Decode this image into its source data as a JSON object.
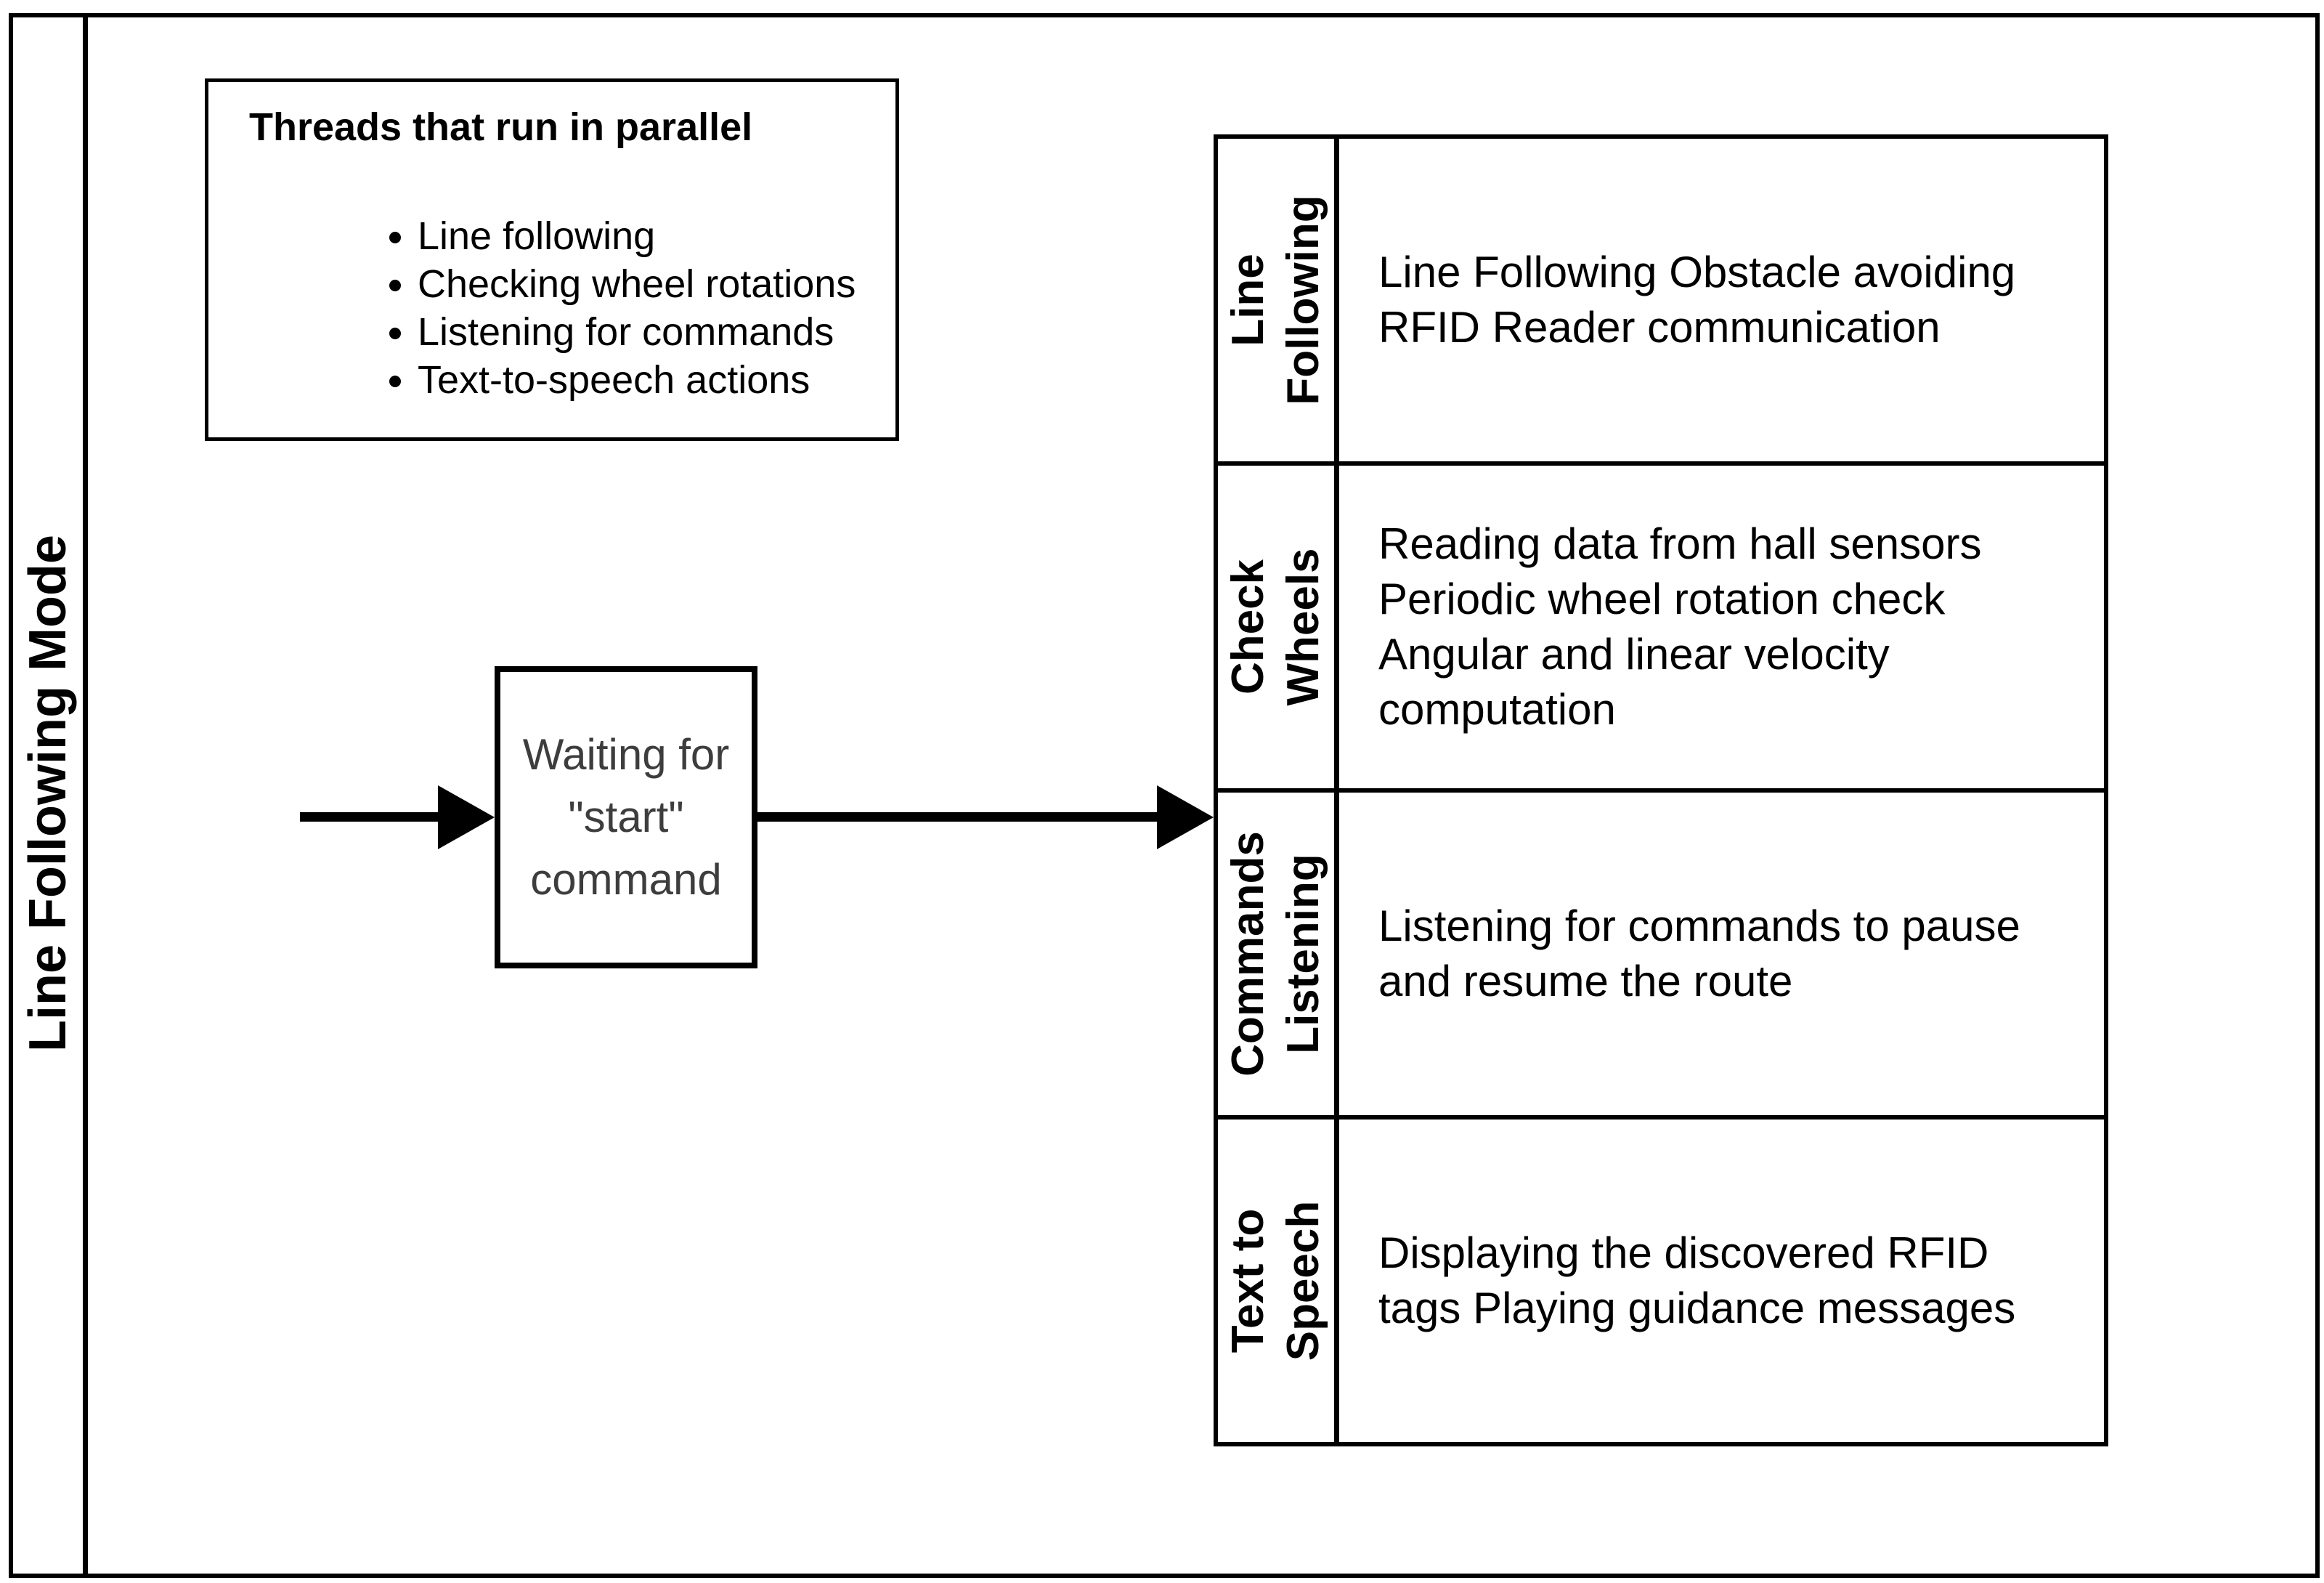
{
  "sidebar": {
    "title": "Line Following Mode"
  },
  "threads_box": {
    "title": "Threads that run in parallel",
    "items": [
      "Line following",
      "Checking wheel rotations",
      "Listening for commands",
      "Text-to-speech actions"
    ]
  },
  "waiting_box": {
    "text": "Waiting for\n\"start\"\ncommand"
  },
  "table": {
    "rows": [
      {
        "label": "Line\nFollowing",
        "description": "Line Following Obstacle avoiding RFID Reader communication"
      },
      {
        "label": "Check\nWheels",
        "description": "Reading data from hall sensors Periodic wheel rotation check Angular and linear velocity computation"
      },
      {
        "label": "Commands\nListening",
        "description": "Listening for commands to pause and resume the route"
      },
      {
        "label": "Text to\nSpeech",
        "description": "Displaying the discovered RFID tags Playing guidance messages"
      }
    ]
  },
  "colors": {
    "line": "#000000",
    "background": "#ffffff",
    "waiting_text": "#3d3d3d"
  }
}
